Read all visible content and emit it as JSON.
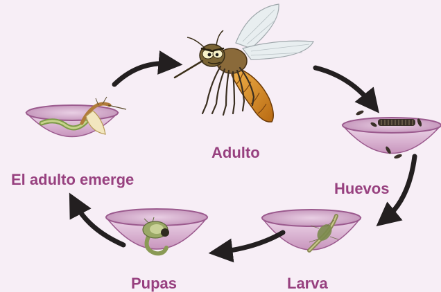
{
  "diagram": {
    "colors": {
      "background": "#f7eef6",
      "label": "#97407f",
      "arrow": "#231f20",
      "bowl_fill": "#d9b3d1",
      "bowl_rim": "#9b5a8e"
    },
    "stages": {
      "adult": {
        "label": "Adulto"
      },
      "eggs": {
        "label": "Huevos"
      },
      "larva": {
        "label": "Larva"
      },
      "pupae": {
        "label": "Pupas"
      },
      "emerging": {
        "label": "El adulto emerge"
      }
    }
  }
}
